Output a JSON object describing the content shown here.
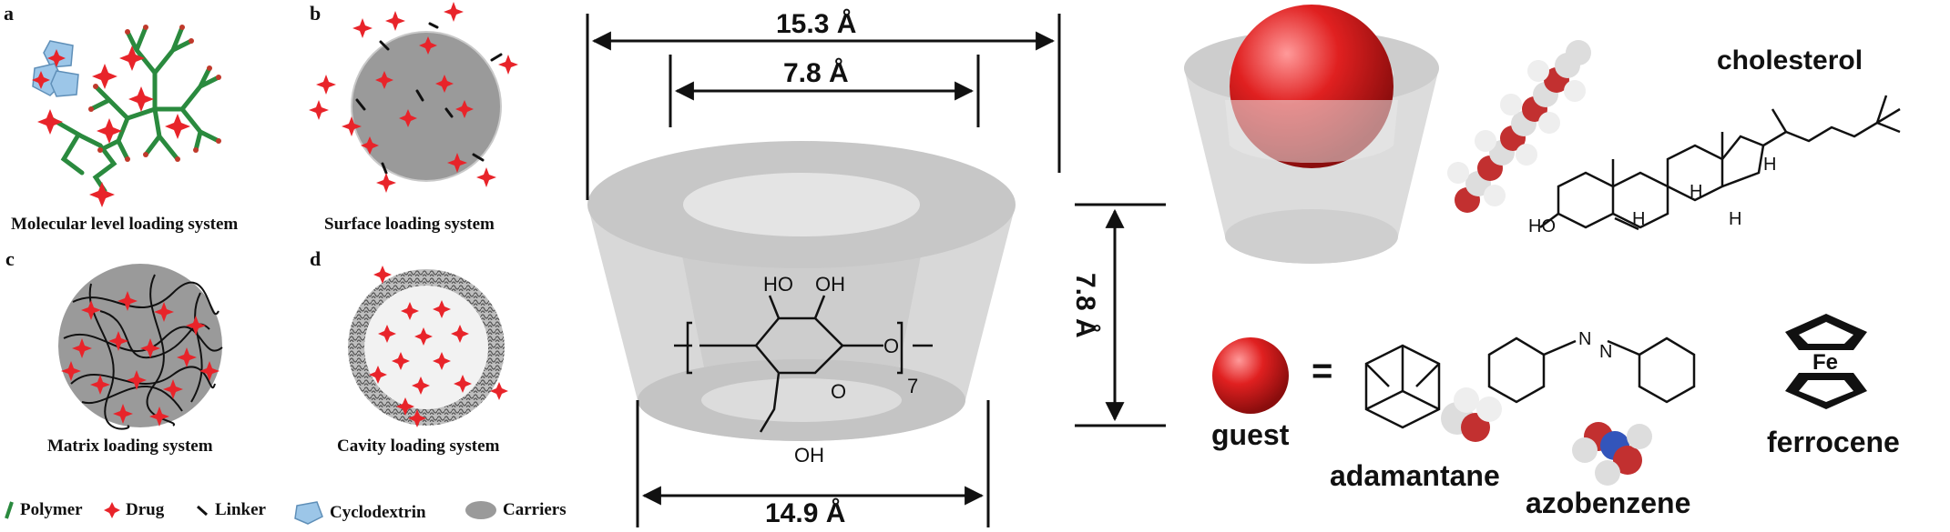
{
  "panel_a": {
    "label": "a",
    "caption": "Molecular level loading system"
  },
  "panel_b": {
    "label": "b",
    "caption": "Surface loading system"
  },
  "panel_c": {
    "label": "c",
    "caption": "Matrix loading system"
  },
  "panel_d": {
    "label": "d",
    "caption": "Cavity loading system"
  },
  "legend": {
    "polymer": "Polymer",
    "drug": "Drug",
    "linker": "Linker",
    "cyclodextrin": "Cyclodextrin",
    "carriers": "Carriers"
  },
  "cd_dimensions": {
    "outer_top": "15.3 Å",
    "inner_top": "7.8 Å",
    "height": "7.8 Å",
    "bottom": "14.9 Å"
  },
  "glucose_unit": {
    "oh_top_left": "HO",
    "oh_top_right": "OH",
    "oh_bottom": "OH",
    "ring_o": "O",
    "link_o": "O",
    "repeat": "7"
  },
  "host_guest": {
    "cholesterol": "cholesterol",
    "chol_ho": "HO",
    "chol_h1": "H",
    "chol_h2": "H",
    "chol_h3": "H",
    "chol_h4": "H",
    "guest": "guest",
    "equals": "=",
    "adamantane": "adamantane",
    "azobenzene": "azobenzene",
    "ferrocene": "ferrocene",
    "azo_n1": "N",
    "azo_n2": "N",
    "fe": "Fe"
  },
  "colors": {
    "drug": "#e8242a",
    "polymer": "#2a8a3e",
    "carrier": "#9a9a9a",
    "cyclodextrin": "#9cc6e8",
    "cone": "#cfcfcf",
    "guest": "#e02020"
  }
}
